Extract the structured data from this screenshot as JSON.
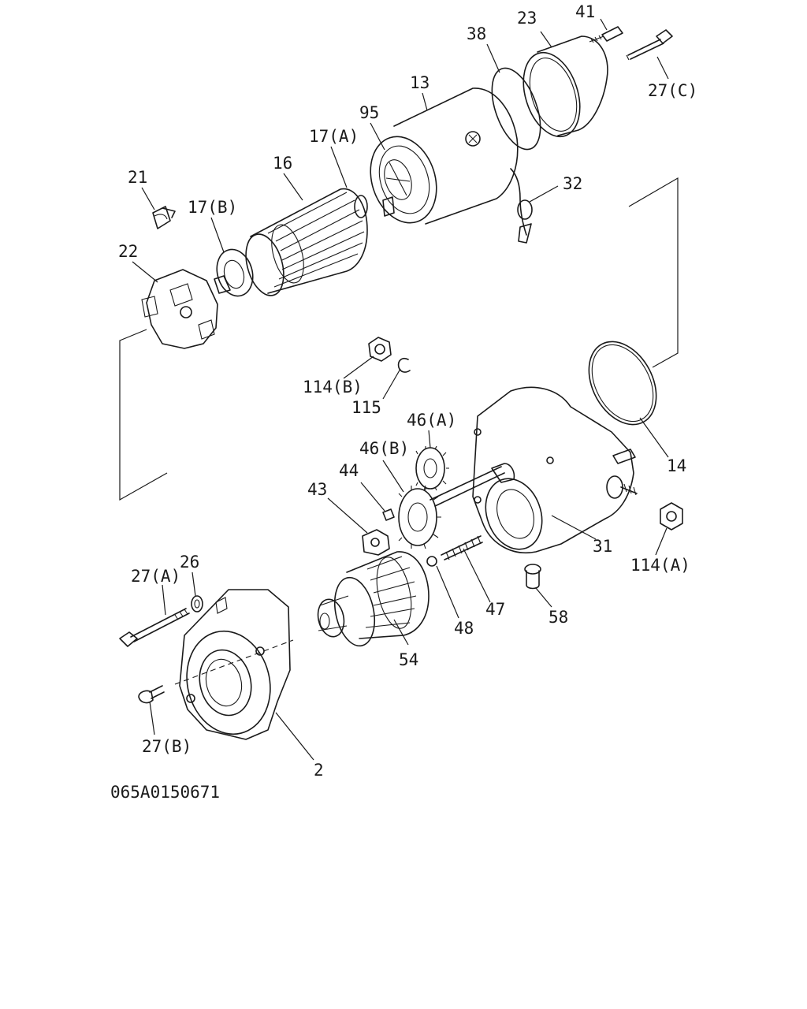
{
  "diagram_id": "065A0150671",
  "callouts": {
    "p41": "41",
    "p23": "23",
    "p38": "38",
    "p13": "13",
    "p27c": "27(C)",
    "p95": "95",
    "p17a": "17(A)",
    "p16": "16",
    "p21": "21",
    "p17b": "17(B)",
    "p32": "32",
    "p22": "22",
    "p114b": "114(B)",
    "p115": "115",
    "p46a": "46(A)",
    "p46b": "46(B)",
    "p44": "44",
    "p43": "43",
    "p14": "14",
    "p31": "31",
    "p114a": "114(A)",
    "p27a": "27(A)",
    "p26": "26",
    "p47": "47",
    "p48": "48",
    "p58": "58",
    "p54": "54",
    "p27b": "27(B)",
    "p2": "2"
  }
}
